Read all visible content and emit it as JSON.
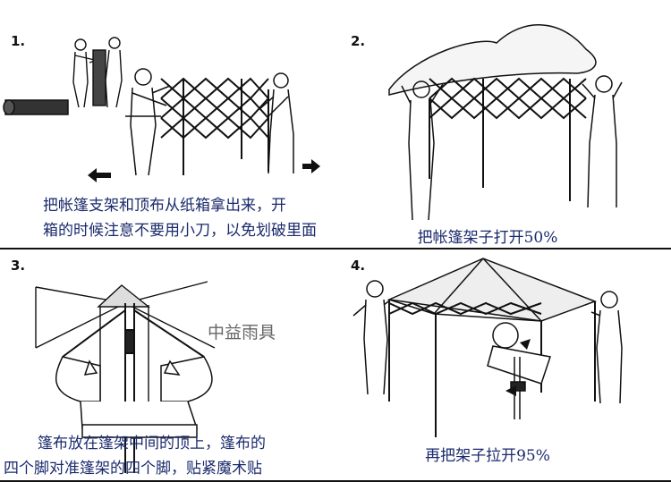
{
  "steps": [
    {
      "number": "1.",
      "caption_line1": "把帐篷支架和顶布从纸箱拿出来，开",
      "caption_line2": "箱的时候注意不要用小刀，以免划破里面"
    },
    {
      "number": "2.",
      "caption_line1": "把帐篷架子打开50%"
    },
    {
      "number": "3.",
      "caption_line1": "篷布放在篷架中间的顶上，篷布的",
      "caption_line2": "四个脚对准篷架的四个脚，贴紧魔术贴"
    },
    {
      "number": "4.",
      "caption_line1": "再把架子拉开95%"
    }
  ],
  "watermark": "中益雨具",
  "colors": {
    "caption": "#1a2a6c",
    "line": "#111111"
  },
  "icons": [
    "arrow-left-icon",
    "arrow-right-icon",
    "arrow-icon"
  ]
}
